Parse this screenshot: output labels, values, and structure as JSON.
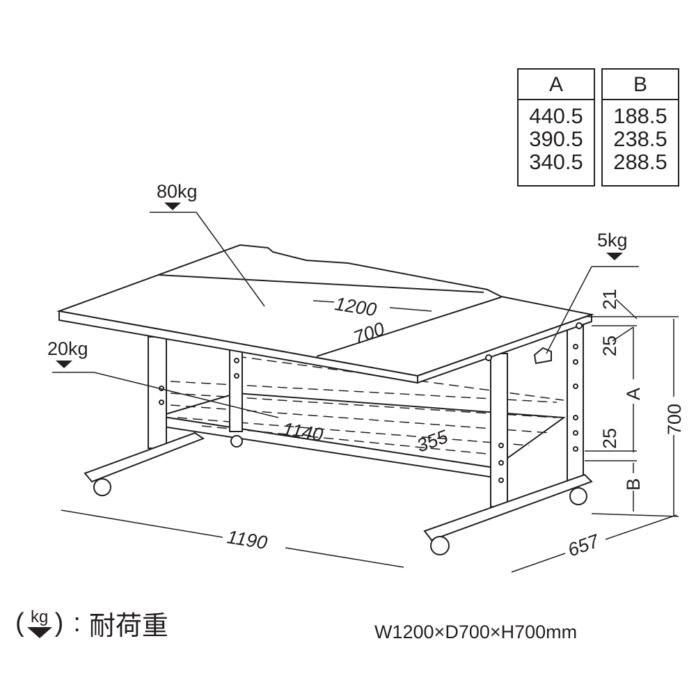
{
  "table": {
    "columns": [
      {
        "header": "A",
        "values": [
          "440.5",
          "390.5",
          "340.5"
        ]
      },
      {
        "header": "B",
        "values": [
          "188.5",
          "238.5",
          "288.5"
        ]
      }
    ]
  },
  "loads": {
    "top": "80kg",
    "side": "5kg",
    "shelf": "20kg"
  },
  "dimensions": {
    "top_width": "1200",
    "top_depth": "700",
    "shelf_width": "1140",
    "shelf_depth": "355",
    "base_width": "1190",
    "base_depth": "657",
    "height": "700",
    "a": "A",
    "b": "B",
    "d21": "21",
    "d25_top": "25",
    "d25_low": "25"
  },
  "legend": {
    "unit": "kg",
    "separator": ":",
    "label": "耐荷重"
  },
  "size_text": "W1200×D700×H700mm"
}
